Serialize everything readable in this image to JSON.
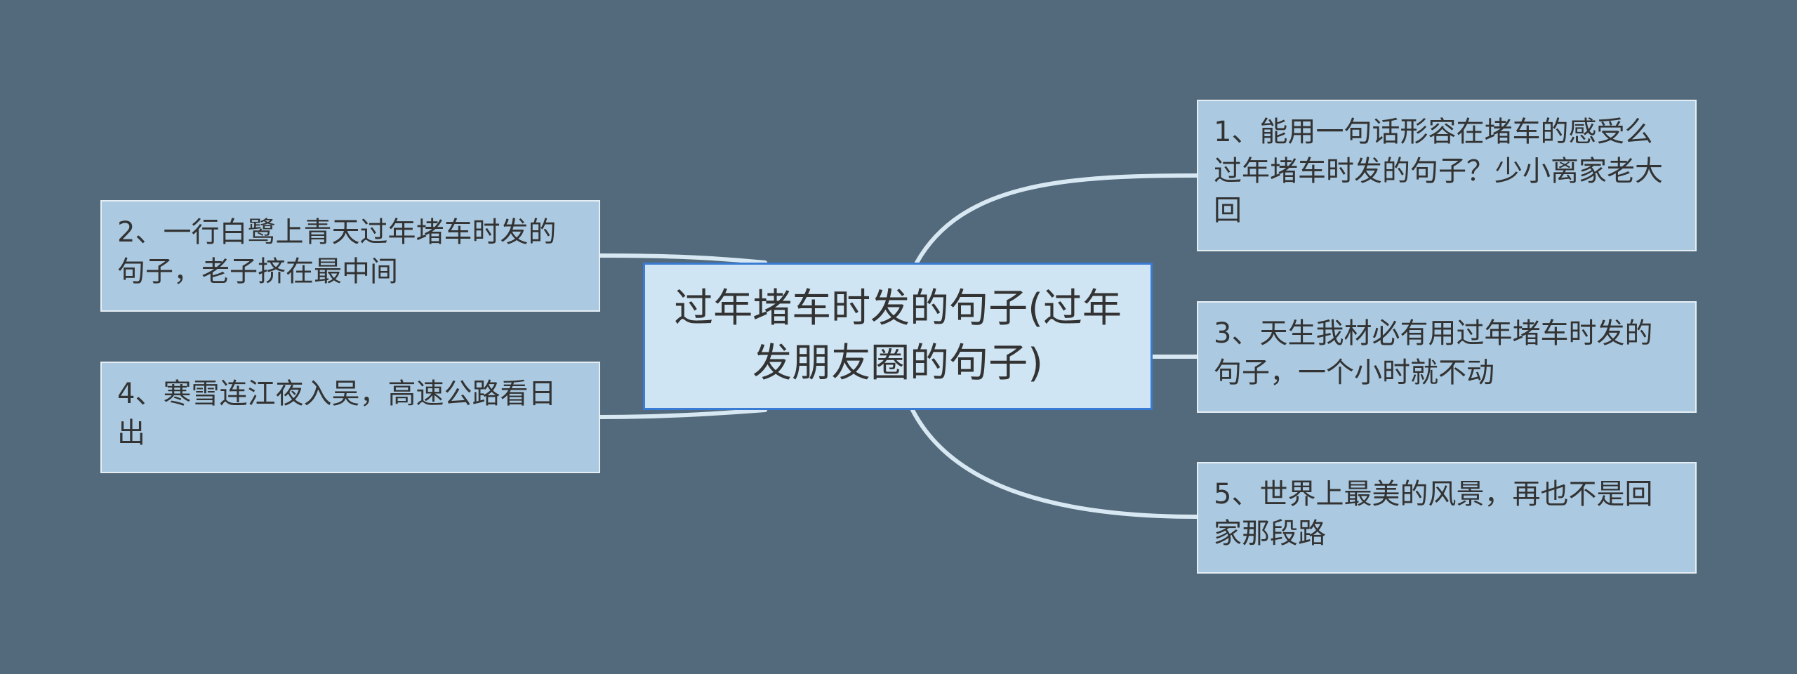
{
  "colors": {
    "background": "#526a7b",
    "center_fill": "#cfe5f3",
    "center_border": "#3a7bd5",
    "node_fill": "#abcae1",
    "node_border": "#e6eef4",
    "connector": "#d7e8f3",
    "text": "#333333"
  },
  "center": {
    "title": "过年堵车时发的句子(过年发朋友圈的句子)"
  },
  "branches": [
    {
      "text": "1、能用一句话形容在堵车的感受么过年堵车时发的句子？少小离家老大回"
    },
    {
      "text": "2、一行白鹭上青天过年堵车时发的句子，老子挤在最中间"
    },
    {
      "text": "3、天生我材必有用过年堵车时发的句子，一个小时就不动"
    },
    {
      "text": "4、寒雪连江夜入吴，高速公路看日出"
    },
    {
      "text": "5、世界上最美的风景，再也不是回家那段路"
    }
  ]
}
